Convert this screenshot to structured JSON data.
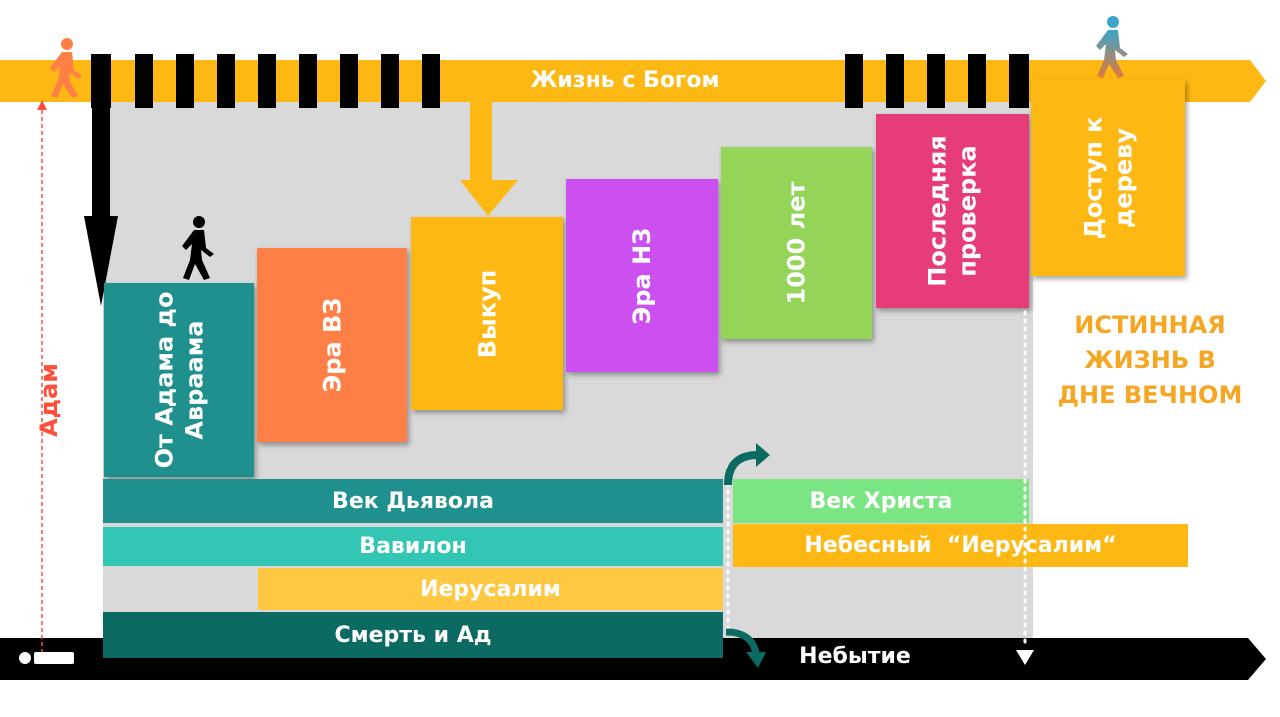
{
  "top_arrow": {
    "label": "Жизнь с Богом",
    "color": "#fdb813"
  },
  "bottom_arrow": {
    "label": "Небытие",
    "color": "#000000"
  },
  "adam_label": "Адам",
  "eras": [
    {
      "label": "От Адама до\nАвраама",
      "color": "#20908f"
    },
    {
      "label": "Эра ВЗ",
      "color": "#fe8046"
    },
    {
      "label": "Выкуп",
      "color": "#fdb813"
    },
    {
      "label": "Эра НЗ",
      "color": "#cc4ff0"
    },
    {
      "label": "1000 лет",
      "color": "#93d459"
    },
    {
      "label": "Последняя\nпроверка",
      "color": "#e63d7a"
    },
    {
      "label": "Доступ к\nдереву",
      "color": "#fdb813"
    }
  ],
  "side_label": "ИСТИННАЯ\nЖИЗНЬ В\nДНЕ ВЕЧНОМ",
  "bands": {
    "devil_age": {
      "label": "Век Дьявола",
      "color": "#20908f"
    },
    "babylon": {
      "label": "Вавилон",
      "color": "#33c6b5"
    },
    "jerusalem": {
      "label": "Иерусалим",
      "color": "#ffc843"
    },
    "death": {
      "label": "Смерть и Ад",
      "color": "#0b6b62"
    },
    "christ_age": {
      "label": "Век Христа",
      "color": "#7ae582"
    },
    "heavenly_jerusalem": {
      "label": "Небесный  “Иерусалим“",
      "color": "#fdb813"
    }
  }
}
